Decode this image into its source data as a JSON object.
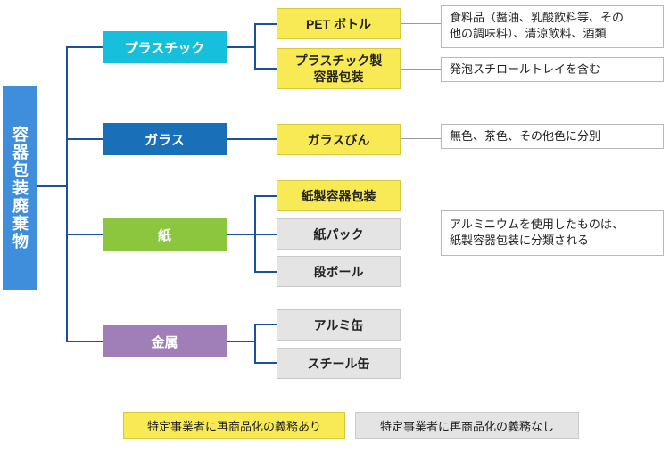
{
  "root": {
    "label": "容器包装廃棄物"
  },
  "categories": {
    "plastic": {
      "label": "プラスチック",
      "color": "#16c0dc"
    },
    "glass": {
      "label": "ガラス",
      "color": "#1a70b8"
    },
    "paper": {
      "label": "紙",
      "color": "#8cc63f"
    },
    "metal": {
      "label": "金属",
      "color": "#a07fb8"
    }
  },
  "items": {
    "pet": "PET ボトル",
    "plastic_pkg": "プラスチック製\n容器包装",
    "glass_bottle": "ガラスびん",
    "paper_pkg": "紙製容器包装",
    "paper_pack": "紙パック",
    "cardboard": "段ボール",
    "aluminum": "アルミ缶",
    "steel": "スチール缶"
  },
  "notes": {
    "pet": "食料品（醤油、乳酸飲料等、その\n他の調味料）、清涼飲料、酒類",
    "plastic_pkg": "発泡スチロールトレイを含む",
    "glass": "無色、茶色、その他色に分別",
    "paper": "アルミニウムを使用したものは、\n紙製容器包装に分類される"
  },
  "legend": {
    "obligated": "特定事業者に再商品化の義務あり",
    "not_obligated": "特定事業者に再商品化の義務なし"
  },
  "colors": {
    "obligated": "#f8ea54",
    "not_obligated": "#e4e4e4",
    "connector": "#1e4fa0"
  }
}
